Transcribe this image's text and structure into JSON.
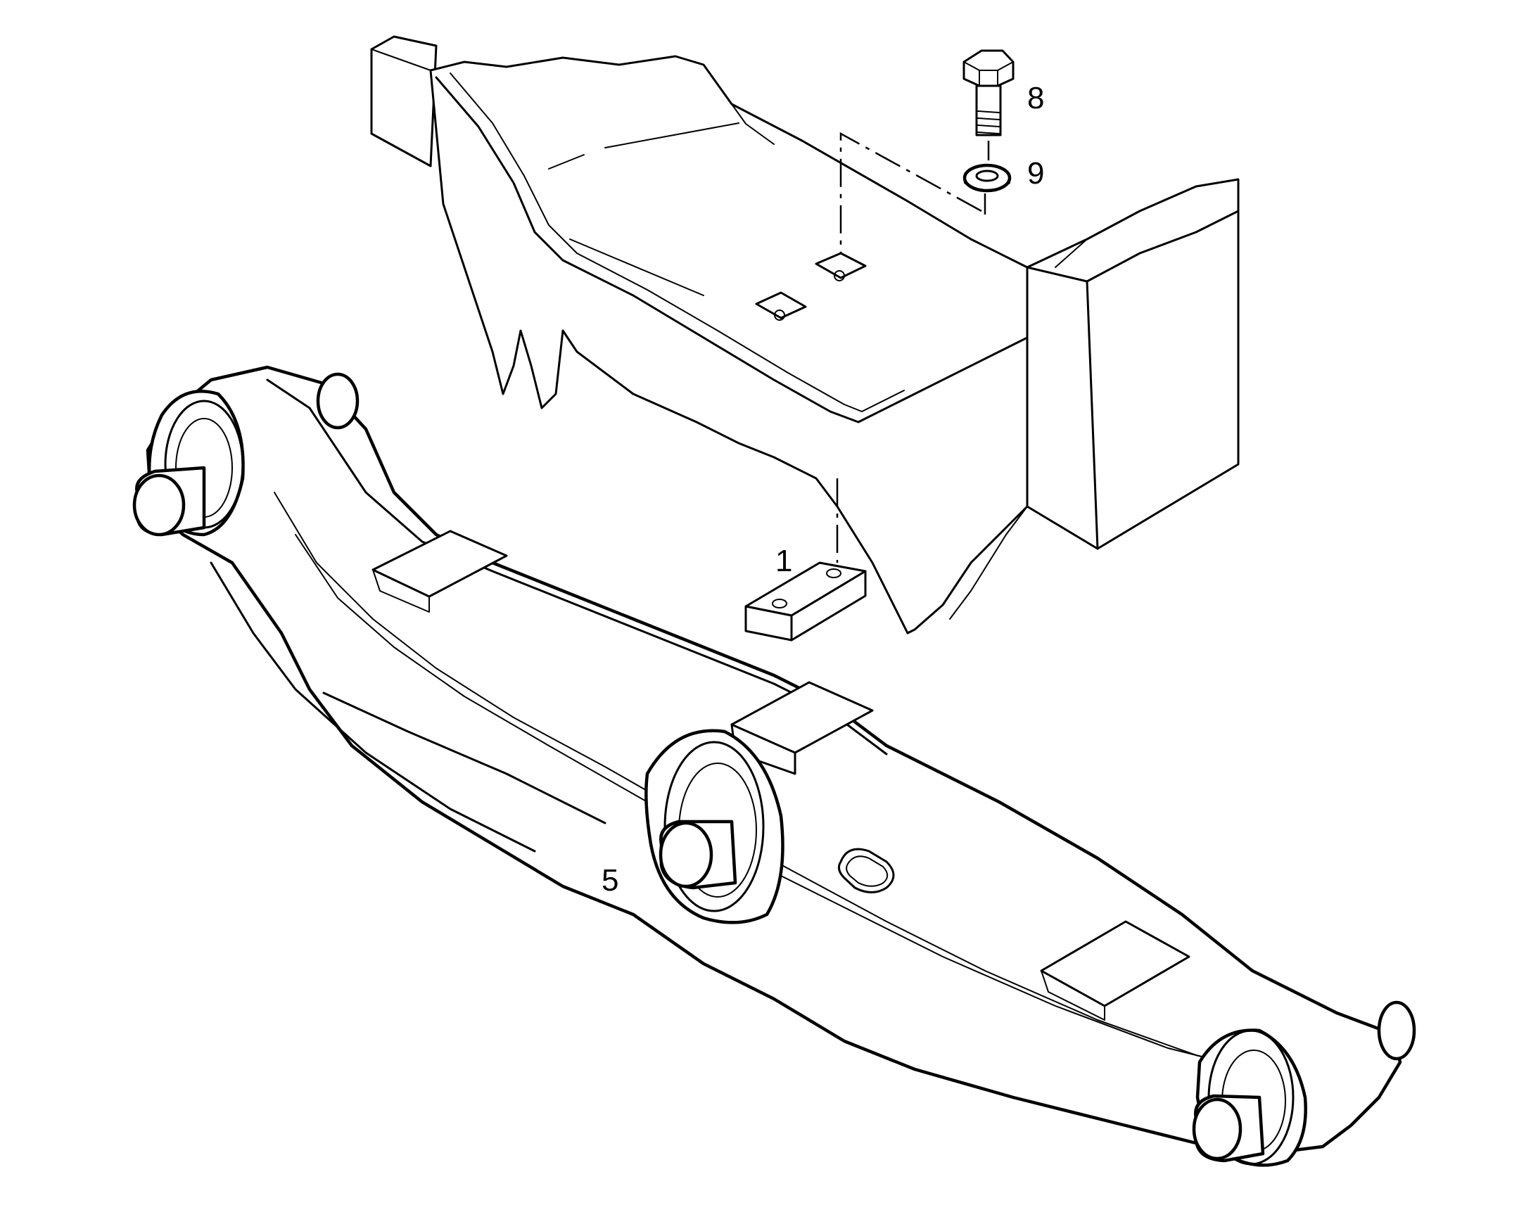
{
  "diagram": {
    "callouts": [
      {
        "id": "callout-8",
        "label": "8"
      },
      {
        "id": "callout-9",
        "label": "9"
      },
      {
        "id": "callout-1",
        "label": "1"
      },
      {
        "id": "callout-5",
        "label": "5"
      }
    ],
    "parts": [
      {
        "part": "hex-bolt",
        "callout": "8"
      },
      {
        "part": "washer",
        "callout": "9"
      },
      {
        "part": "spacer-block",
        "callout": "1"
      },
      {
        "part": "bogie-beam",
        "callout": "5"
      }
    ],
    "colors": {
      "line": "#000000",
      "background": "#ffffff"
    }
  }
}
